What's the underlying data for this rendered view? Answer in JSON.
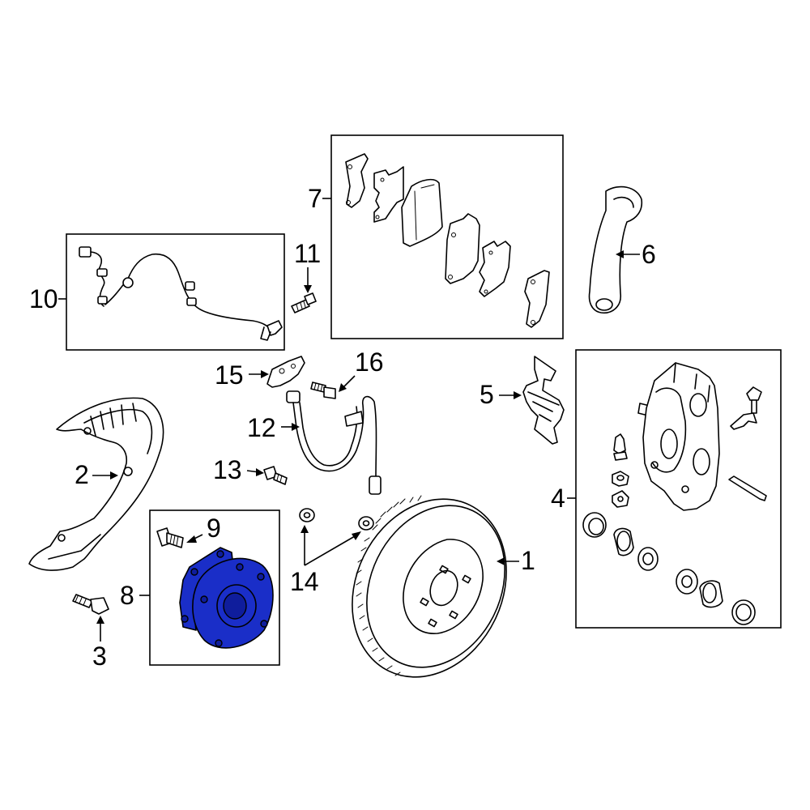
{
  "callouts": {
    "c1": "1",
    "c2": "2",
    "c3": "3",
    "c4": "4",
    "c5": "5",
    "c6": "6",
    "c7": "7",
    "c8": "8",
    "c9": "9",
    "c10": "10",
    "c11": "11",
    "c12": "12",
    "c13": "13",
    "c14": "14",
    "c15": "15",
    "c16": "16"
  },
  "highlight_color": "#1a2ec8",
  "highlighted_part": "8"
}
